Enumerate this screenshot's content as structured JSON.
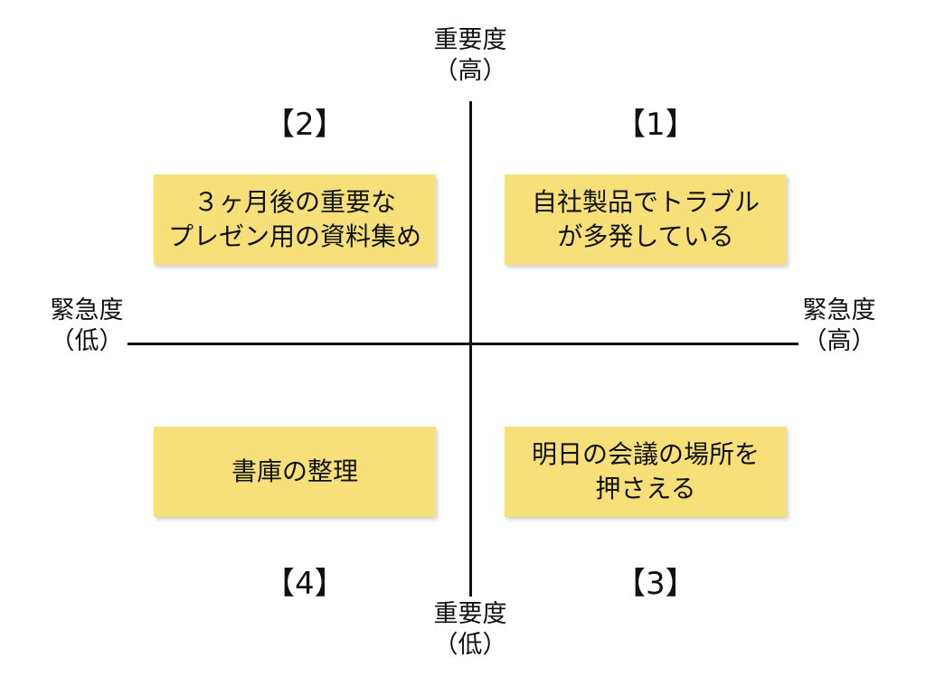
{
  "axes": {
    "importance_high": {
      "line1": "重要度",
      "line2": "（高）"
    },
    "importance_low": {
      "line1": "重要度",
      "line2": "（低）"
    },
    "urgency_low": {
      "line1": "緊急度",
      "line2": "（低）"
    },
    "urgency_high": {
      "line1": "緊急度",
      "line2": "（高）"
    }
  },
  "quadrants": {
    "q1": {
      "number": "【1】",
      "note_lines": [
        "自社製品でトラブル",
        "が多発している"
      ]
    },
    "q2": {
      "number": "【2】",
      "note_lines": [
        "３ヶ月後の重要な",
        "プレゼン用の資料集め"
      ]
    },
    "q3": {
      "number": "【3】",
      "note_lines": [
        "明日の会議の場所を",
        "押さえる"
      ]
    },
    "q4": {
      "number": "【4】",
      "note_lines": [
        "書庫の整理"
      ]
    }
  },
  "colors": {
    "note_background": "#f7e07a",
    "axis": "#111111"
  }
}
